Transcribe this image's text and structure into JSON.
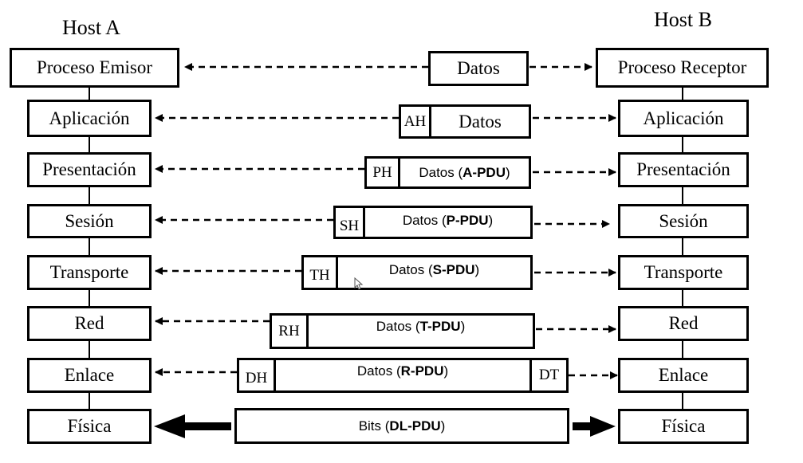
{
  "hosts": {
    "a": "Host A",
    "b": "Host B"
  },
  "layers_a": [
    "Proceso Emisor",
    "Aplicación",
    "Presentación",
    "Sesión",
    "Transporte",
    "Red",
    "Enlace",
    "Física"
  ],
  "layers_b": [
    "Proceso Receptor",
    "Aplicación",
    "Presentación",
    "Sesión",
    "Transporte",
    "Red",
    "Enlace",
    "Física"
  ],
  "pdus": [
    {
      "header": "",
      "pre": "Datos",
      "pdu": "",
      "post": "",
      "trailer": ""
    },
    {
      "header": "AH",
      "pre": "Datos",
      "pdu": "",
      "post": "",
      "trailer": ""
    },
    {
      "header": "PH",
      "pre": "Datos (",
      "pdu": "A-PDU",
      "post": ")",
      "trailer": ""
    },
    {
      "header": "SH",
      "pre": "Datos (",
      "pdu": "P-PDU",
      "post": ")",
      "trailer": ""
    },
    {
      "header": "TH",
      "pre": "Datos (",
      "pdu": "S-PDU",
      "post": ")",
      "trailer": ""
    },
    {
      "header": "RH",
      "pre": "Datos ( ",
      "pdu": "T-PDU",
      "post": ")",
      "trailer": ""
    },
    {
      "header": "DH",
      "pre": "Datos (",
      "pdu": "R-PDU",
      "post": ")",
      "trailer": "DT"
    },
    {
      "header": "",
      "pre": "Bits (",
      "pdu": "DL-PDU",
      "post": ")",
      "trailer": ""
    }
  ]
}
